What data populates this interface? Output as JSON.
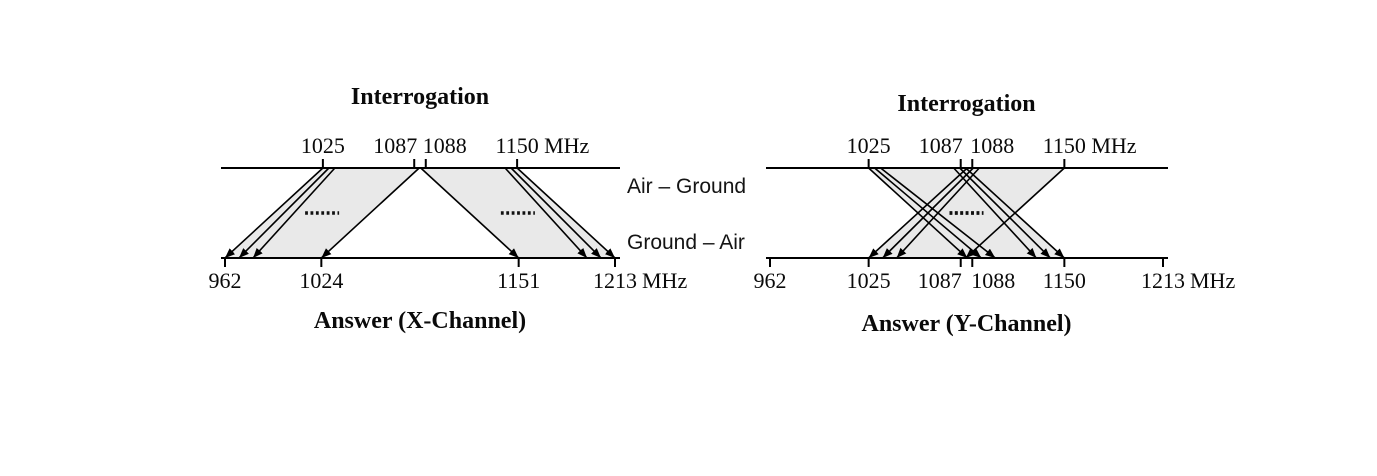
{
  "style": {
    "background": "#ffffff",
    "band_fill": "#e9e9e9",
    "line_color": "#000000",
    "dots_color": "#111111"
  },
  "middle_labels": {
    "air_ground": "Air – Ground",
    "ground_air": "Ground – Air"
  },
  "diagrams": [
    {
      "id": "x-channel",
      "title": "Interrogation",
      "answer_label": "Answer (X-Channel)",
      "frequency_unit": "MHz",
      "top_axis": {
        "ticks": [
          1025,
          1087,
          1088,
          1150
        ]
      },
      "bottom_axis": {
        "ticks": [
          962,
          1024,
          1151,
          1213
        ]
      },
      "mappings": [
        {
          "from": [
            1025,
            1087
          ],
          "to": [
            962,
            1024
          ]
        },
        {
          "from": [
            1088,
            1150
          ],
          "to": [
            1151,
            1213
          ]
        }
      ]
    },
    {
      "id": "y-channel",
      "title": "Interrogation",
      "answer_label": "Answer (Y-Channel)",
      "frequency_unit": "MHz",
      "top_axis": {
        "ticks": [
          1025,
          1087,
          1088,
          1150
        ]
      },
      "bottom_axis": {
        "ticks": [
          962,
          1025,
          1087,
          1088,
          1150,
          1213
        ]
      },
      "mappings": [
        {
          "from": [
            1025,
            1087
          ],
          "to": [
            1088,
            1150
          ]
        },
        {
          "from": [
            1088,
            1150
          ],
          "to": [
            1025,
            1087
          ]
        }
      ]
    }
  ]
}
